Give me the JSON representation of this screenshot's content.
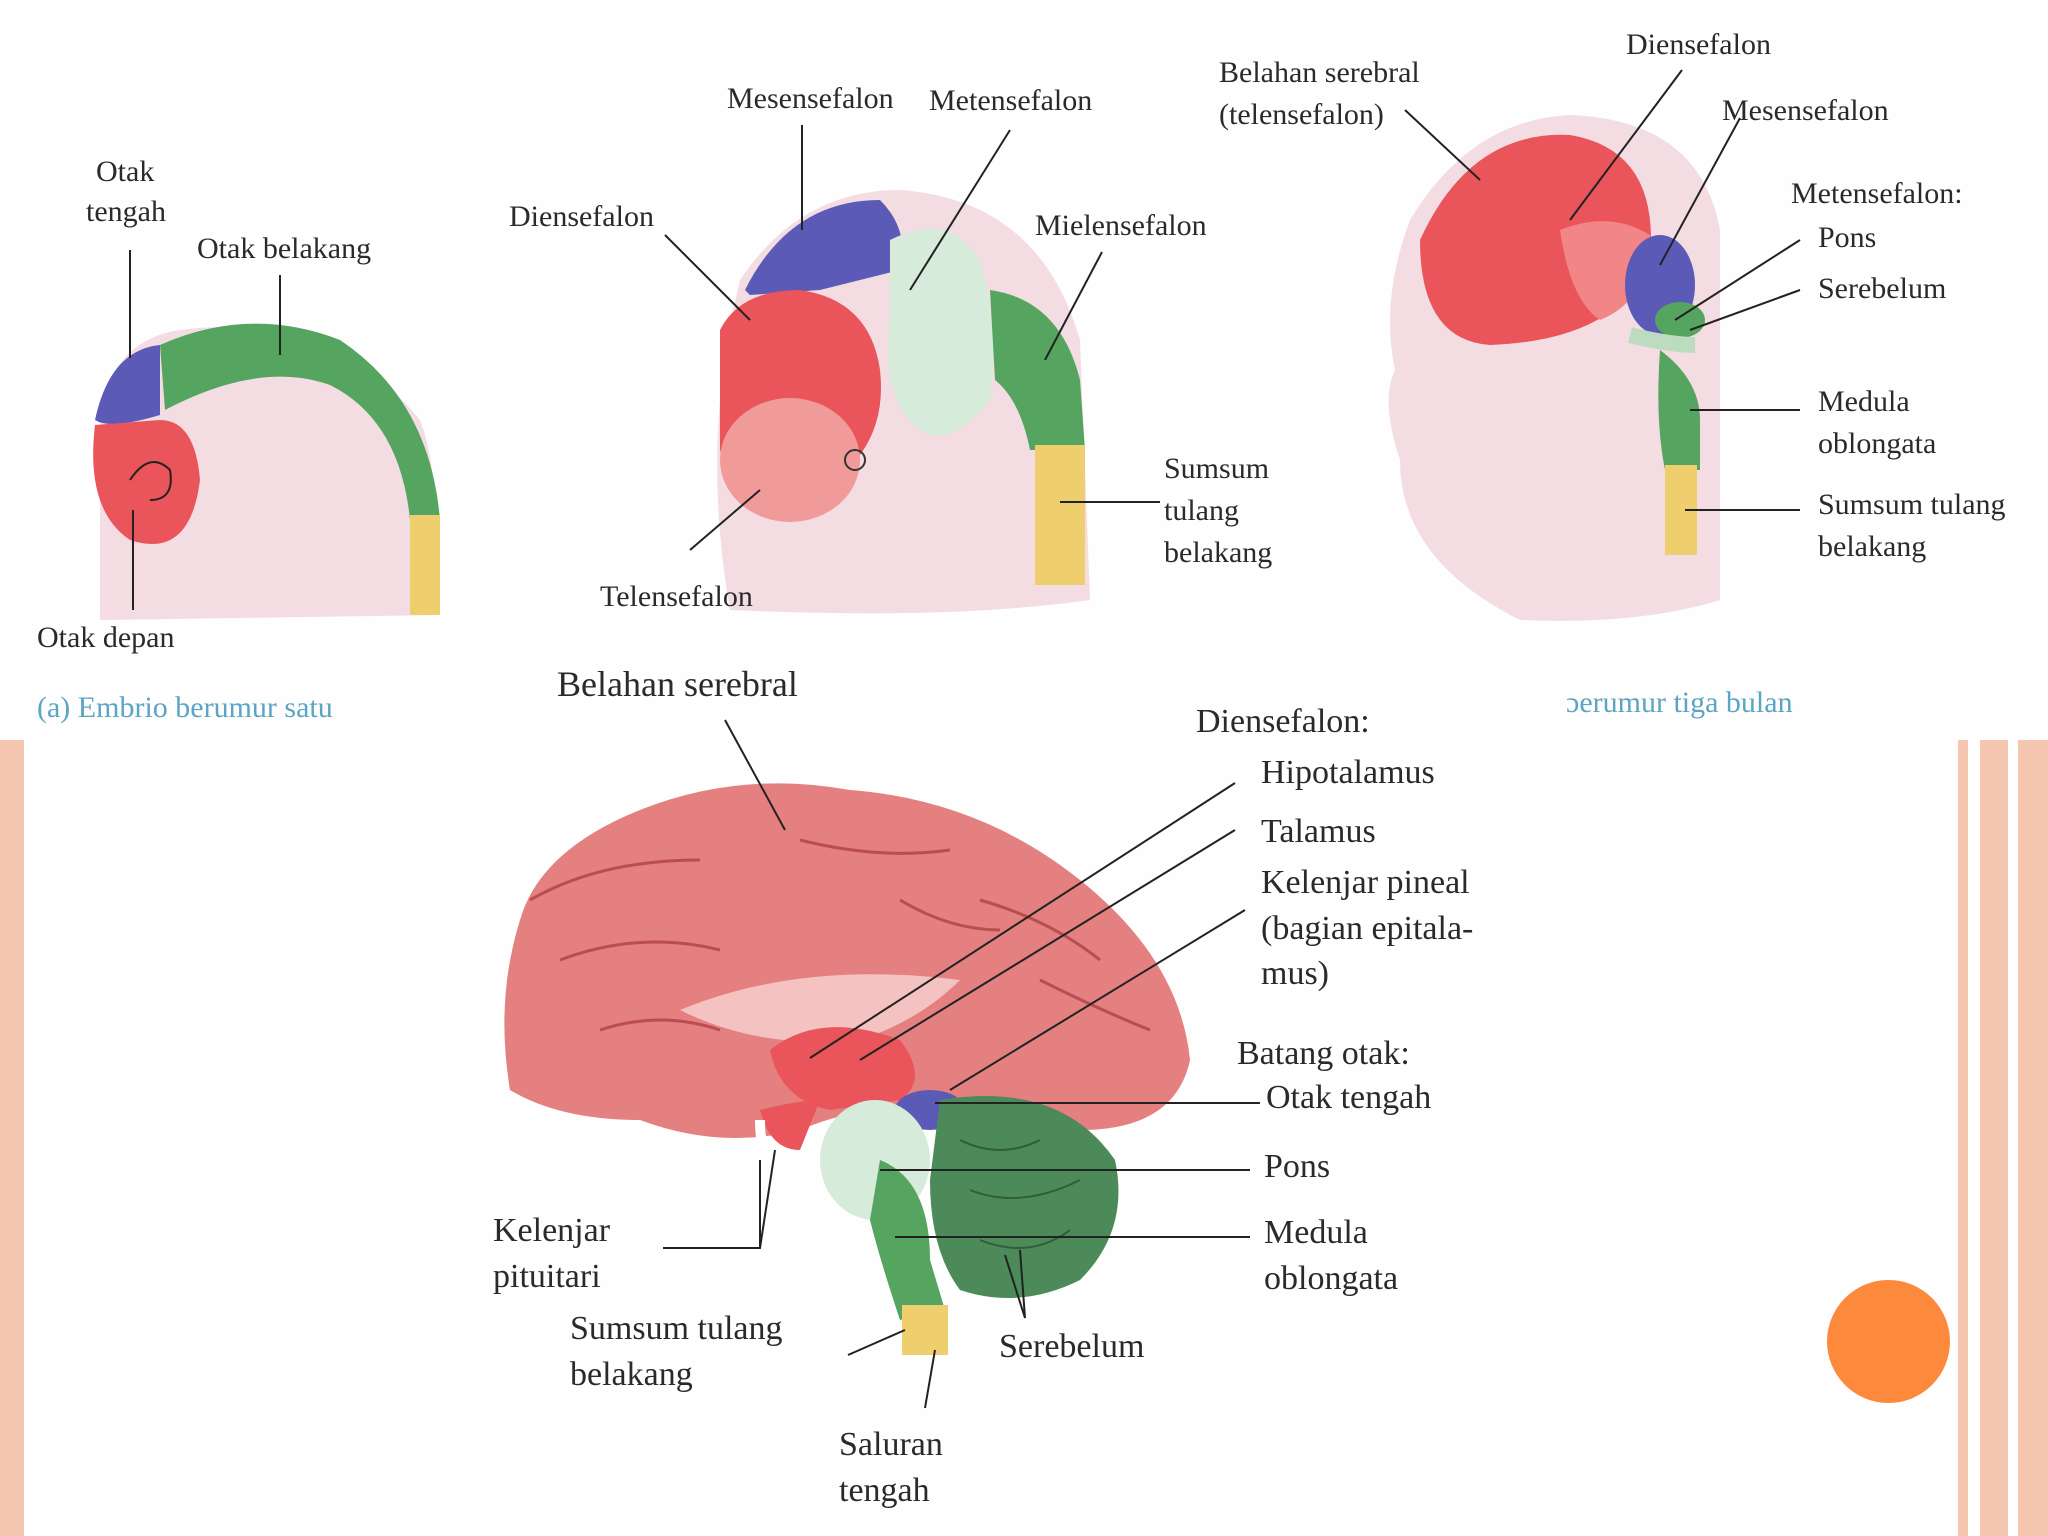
{
  "colors": {
    "red": "#e9555b",
    "blue": "#5b5ab6",
    "green": "#55a561",
    "pale_green": "#d6ebd9",
    "yellow": "#efce6e",
    "pink_body": "#f4dde2",
    "brain_pink": "#e4807f",
    "cerebellum": "#4d8a5a",
    "caption_blue": "#5aa5c4",
    "slide_frame": "#f6c7b0",
    "orange_dot": "#fd8a3c"
  },
  "panel_a": {
    "otak_tengah": [
      "Otak",
      "tengah"
    ],
    "otak_belakang": "Otak belakang",
    "otak_depan": "Otak depan",
    "caption": "(a)  Embrio berumur satu"
  },
  "panel_b": {
    "mesensefalon": "Mesensefalon",
    "metensefalon": "Metensefalon",
    "diensefalon": "Diensefalon",
    "mielensefalon": "Mielensefalon",
    "sumsum": [
      "Sumsum",
      "tulang",
      "belakang"
    ],
    "telensefalon": "Telensefalon"
  },
  "panel_c": {
    "belahan": [
      "Belahan serebral",
      "(telensefalon)"
    ],
    "diensefalon": "Diensefalon",
    "mesensefalon": "Mesensefalon",
    "metensefalon": "Metensefalon:",
    "pons": "Pons",
    "serebelum": "Serebelum",
    "medula": [
      "Medula",
      "oblongata"
    ],
    "sumsum": [
      "Sumsum tulang",
      "belakang"
    ],
    "caption": "ɔerumur tiga bulan"
  },
  "panel_d": {
    "belahan_serebral": "Belahan serebral",
    "diensefalon_header": "Diensefalon:",
    "hipotalamus": "Hipotalamus",
    "talamus": "Talamus",
    "kelenjar_pineal": [
      "Kelenjar pineal",
      "(bagian epitala-",
      "mus)"
    ],
    "batang_otak": "Batang otak:",
    "otak_tengah": "Otak tengah",
    "pons": "Pons",
    "medula": [
      "Medula",
      "oblongata"
    ],
    "kelenjar_pituitari": [
      "Kelenjar",
      "pituitari"
    ],
    "sumsum": [
      "Sumsum tulang",
      "belakang"
    ],
    "serebelum": "Serebelum",
    "saluran": [
      "Saluran",
      "tengah"
    ]
  }
}
